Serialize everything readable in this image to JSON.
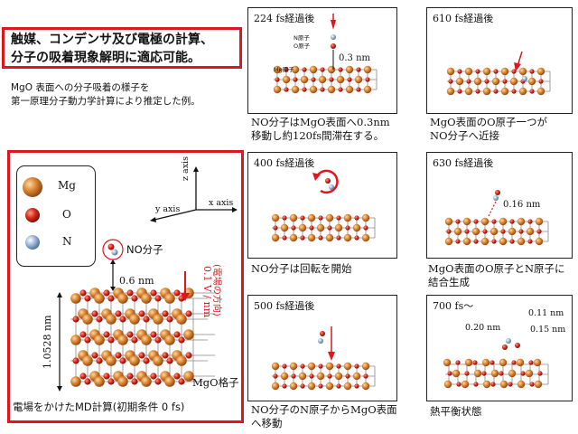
{
  "headline": {
    "line1": "触媒、コンデンサ及び電極の計算、",
    "line2": "分子の吸着現象解明に適応可能。"
  },
  "note": {
    "line1": "MgO 表面への分子吸着の様子を",
    "line2": "第一原理分子動力学計算により推定した例。"
  },
  "main": {
    "legend": {
      "mg": "Mg",
      "o": "O",
      "n": "N"
    },
    "axes": {
      "z": "z axis",
      "x": "x axis",
      "y": "y axis"
    },
    "no_label": "NO分子",
    "gap_label": "0.6 nm",
    "field_label": "0.1 V / nm",
    "field_sub": "(電場の方向)",
    "height_label": "1.0528 nm",
    "lattice_label": "MgO格子",
    "caption": "電場をかけたMD計算(初期条件 0 fs)"
  },
  "panels": [
    {
      "title": "224 fs経過後",
      "labels": {
        "n": "N原子",
        "o": "O原子",
        "mg": "Mg原子",
        "dist": "0.3 nm"
      },
      "caption1": "NO分子はMgO表面へ0.3nm",
      "caption2": "移動し約120fs間滞在する。"
    },
    {
      "title": "610 fs経過後",
      "caption1": "MgO表面のO原子一つが",
      "caption2": "NO分子へ近接"
    },
    {
      "title": "400 fs経過後",
      "caption1": "NO分子は回転を開始",
      "caption2": ""
    },
    {
      "title": "630  fs経過後",
      "labels": {
        "dist": "0.16 nm"
      },
      "caption1": "MgO表面のO原子とN原子に",
      "caption2": "結合生成"
    },
    {
      "title": "500 fs経過後",
      "caption1": "NO分子のN原子からMgO表面",
      "caption2": "へ移動"
    },
    {
      "title": "700 fs～",
      "labels": {
        "d1": "0.11 nm",
        "d2": "0.20 nm",
        "d3": "0.15 nm"
      },
      "caption1": "熱平衡状態",
      "caption2": ""
    }
  ],
  "colors": {
    "accent": "#e0161d",
    "mg": "#d9812d",
    "o": "#d42a1a",
    "n": "#8aa7c8"
  }
}
